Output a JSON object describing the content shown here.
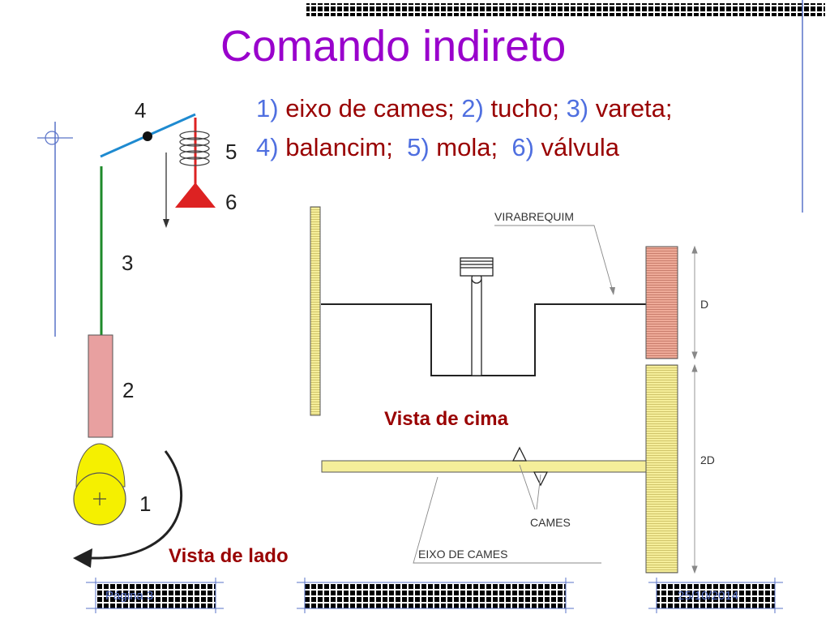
{
  "title": "Comando indireto",
  "legend": {
    "line1": [
      {
        "num": "1)",
        "text": " eixo de cames; "
      },
      {
        "num": "2)",
        "text": " tucho; "
      },
      {
        "num": "3)",
        "text": " vareta;"
      }
    ],
    "line2": [
      {
        "num": "4)",
        "text": " balancim;  "
      },
      {
        "num": "5)",
        "text": " mola;  "
      },
      {
        "num": "6)",
        "text": " válvula"
      }
    ]
  },
  "side_view": {
    "labels": {
      "n1": "1",
      "n2": "2",
      "n3": "3",
      "n4": "4",
      "n5": "5",
      "n6": "6"
    },
    "caption": "Vista de lado"
  },
  "top_view": {
    "virabrequim": "VIRABREQUIM",
    "d": "D",
    "two_d": "2D",
    "cames": "CAMES",
    "eixo_de_cames": "EIXO DE CAMES",
    "caption": "Vista de cima"
  },
  "footer": {
    "page": "Página 3",
    "date": "25/10/2014"
  },
  "colors": {
    "title": "#9900cc",
    "legend_text": "#990000",
    "legend_num": "#4f6fe0",
    "rocker": "#1e8ad0",
    "pushrod": "#1e8a2a",
    "valve": "#dd2222",
    "tappet": "#e8a0a0",
    "cam": "#f5f000",
    "gear_yellow": "#f5ee9a",
    "gear_pink": "#eeaa98",
    "deco_line": "#5a73c8"
  }
}
